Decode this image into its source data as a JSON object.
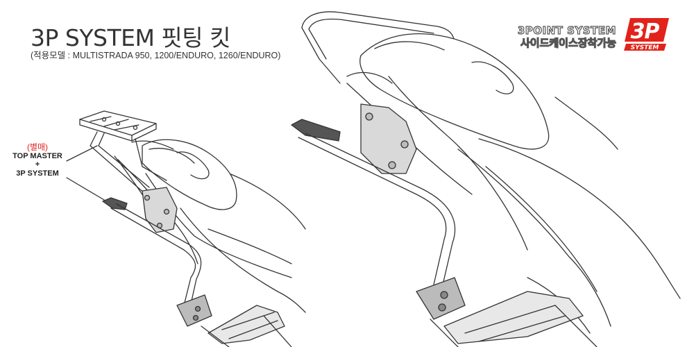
{
  "header": {
    "title": "3P SYSTEM 핏팅 킷",
    "subtitle": "(적용모델 : MULTISTRADA 950, 1200/ENDURO, 1260/ENDURO)"
  },
  "brand": {
    "line1": "3POINT SYSTEM",
    "line2": "사이드케이스장착가능",
    "logo_main": "3P",
    "logo_sub": "SYSTEM",
    "accent_color": "#e2231a"
  },
  "callout": {
    "note": "(별매)",
    "line1": "TOP MASTER",
    "plus": "+",
    "line2": "3P SYSTEM"
  }
}
